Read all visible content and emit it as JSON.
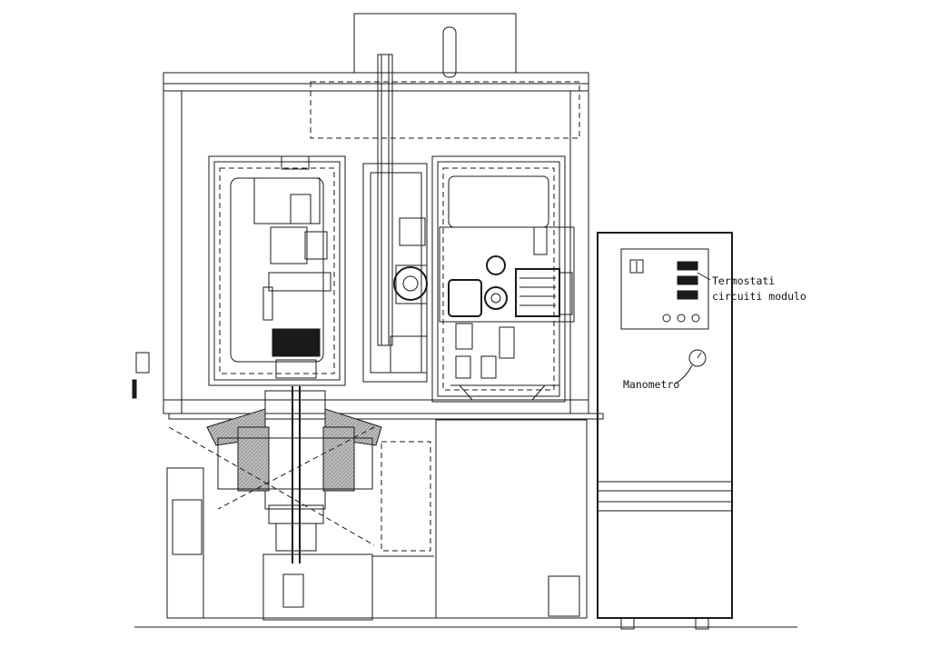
{
  "labels": {
    "thermostats_line1": "Termostati",
    "thermostats_line2": "circuiti modulo",
    "gauge": "Manometro"
  }
}
